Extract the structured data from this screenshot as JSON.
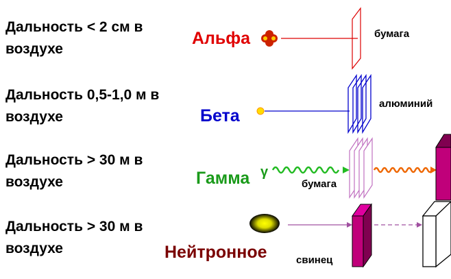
{
  "rows": [
    {
      "range": "Дальность < 2 см в воздухе",
      "radiation": "Альфа",
      "color": "#e00000",
      "barrier": "бумага"
    },
    {
      "range": "Дальность 0,5-1,0 м в воздухе",
      "radiation": "Бета",
      "color": "#0000cc",
      "barrier": "алюминий"
    },
    {
      "range": "Дальность > 30 м в воздухе",
      "radiation": "Гамма",
      "color": "#1a9a1a",
      "symbol": "γ",
      "barrier": "бумага"
    },
    {
      "range": "Дальность > 30 м в воздухе",
      "radiation": "Нейтронное",
      "color": "#7a0000",
      "barrier": "свинец"
    }
  ],
  "colors": {
    "lead": "#c0007a",
    "gamma_wave": "#22bb22",
    "gamma_wave_after": "#ee6600",
    "neutron_line": "#a050a0",
    "foil_paper": "#c070c0",
    "foil_aluminium": "#0000cc"
  }
}
